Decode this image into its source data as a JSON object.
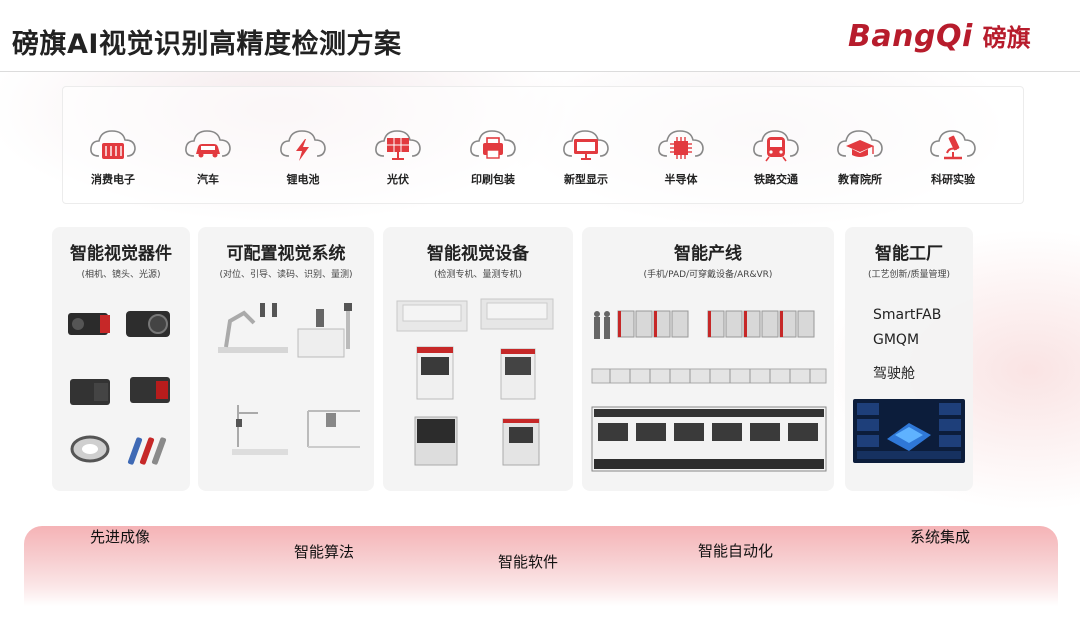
{
  "header": {
    "title": "磅旗AI视觉识别高精度检测方案",
    "logo_en": "BangQi",
    "logo_cn": "磅旗"
  },
  "industries": [
    {
      "label": "消费电子",
      "icon": "battery-icon"
    },
    {
      "label": "汽车",
      "icon": "car-icon"
    },
    {
      "label": "锂电池",
      "icon": "lightning-icon"
    },
    {
      "label": "光伏",
      "icon": "solar-panel-icon"
    },
    {
      "label": "印刷包装",
      "icon": "printer-icon"
    },
    {
      "label": "新型显示",
      "icon": "monitor-icon"
    },
    {
      "label": "半导体",
      "icon": "chip-icon"
    },
    {
      "label": "铁路交通",
      "icon": "train-icon"
    },
    {
      "label": "教育院所",
      "icon": "graduation-cap-icon"
    },
    {
      "label": "科研实验",
      "icon": "microscope-icon"
    }
  ],
  "panels": {
    "vision_components": {
      "title": "智能视觉器件",
      "subtitle": "(相机、镜头、光源)"
    },
    "config_system": {
      "title": "可配置视觉系统",
      "subtitle": "(对位、引导、读码、识别、量测)"
    },
    "vision_equipment": {
      "title": "智能视觉设备",
      "subtitle": "(检测专机、量测专机)"
    },
    "production_line": {
      "title": "智能产线",
      "subtitle": "(手机/PAD/可穿戴设备/AR&VR)"
    },
    "smart_factory": {
      "title": "智能工厂",
      "subtitle": "(工艺创新/质量管理)",
      "items": [
        "SmartFAB",
        "GMQM",
        "驾驶舱"
      ]
    }
  },
  "capabilities": [
    "先进成像",
    "智能算法",
    "智能软件",
    "智能自动化",
    "系统集成"
  ],
  "colors": {
    "brand": "#b71c2c",
    "accent": "#e23a3f"
  }
}
